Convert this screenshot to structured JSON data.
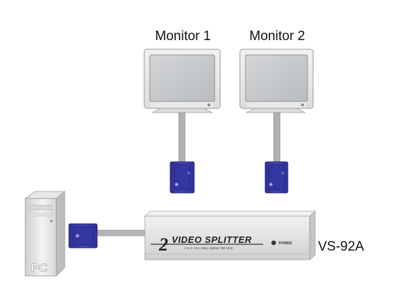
{
  "monitors": [
    {
      "label": "Monitor 1"
    },
    {
      "label": "Monitor 2"
    }
  ],
  "pc": {
    "label": "PC"
  },
  "splitter": {
    "model": "VS-92A",
    "brand_number": "2",
    "brand_text": "VIDEO SPLITTER",
    "subtitle": "1 to 2 VGA Video Splitter 350 MHz",
    "power_label": "POWER"
  },
  "colors": {
    "connector_blue": "#3d3fa8",
    "connector_dark": "#27288a",
    "device_body": "#e6e6e6",
    "cable_gray": "#a8a8a8"
  }
}
